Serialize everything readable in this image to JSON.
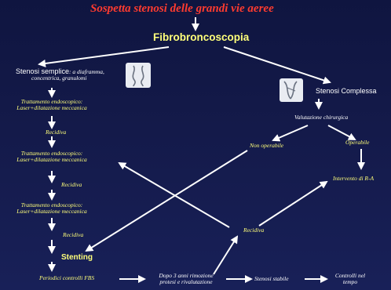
{
  "title": "Sospetta stenosi delle grandi vie aeree",
  "root": "Fibrobroncoscopia",
  "left": {
    "simple_label": "Stenosi semplice",
    "simple_detail_1": ": a diaframma,",
    "simple_detail_2": "concentrica, granulomi",
    "treat1_line1": "Trattamento endoscopico:",
    "treat1_line2": "Laser+dilatazione meccanica",
    "recidiva1": "Recidiva",
    "treat2_line1": "Trattamento endoscopico:",
    "treat2_line2": "Laser+dilatazione meccanica",
    "recidiva2": "Recidiva",
    "treat3_line1": "Trattamento endoscopico:",
    "treat3_line2": "Laser+dilatazione meccanica",
    "recidiva3": "Recidiva",
    "stenting": "Stenting"
  },
  "right": {
    "complex": "Stenosi Complessa",
    "valutazione": "Valutazione chirurgica",
    "non_operabile": "Non operabile",
    "operabile": "Operabile",
    "intervento": "Intervento di R-A",
    "recidiva": "Recidiva"
  },
  "bottom": {
    "controlli": "Periodici controlli FBS",
    "dopo_line1": "Dopo 3 anni rimozione",
    "dopo_line2": "protesi e rivalutazione",
    "stabile": "Stenosi stabile",
    "controlli_nel_1": "Controlli nel",
    "controlli_nel_2": "tempo"
  },
  "colors": {
    "title": "#ff3b2f",
    "yellow_text": "#ffff7a",
    "arrows": "#ffffff",
    "background": "#141a4a"
  }
}
